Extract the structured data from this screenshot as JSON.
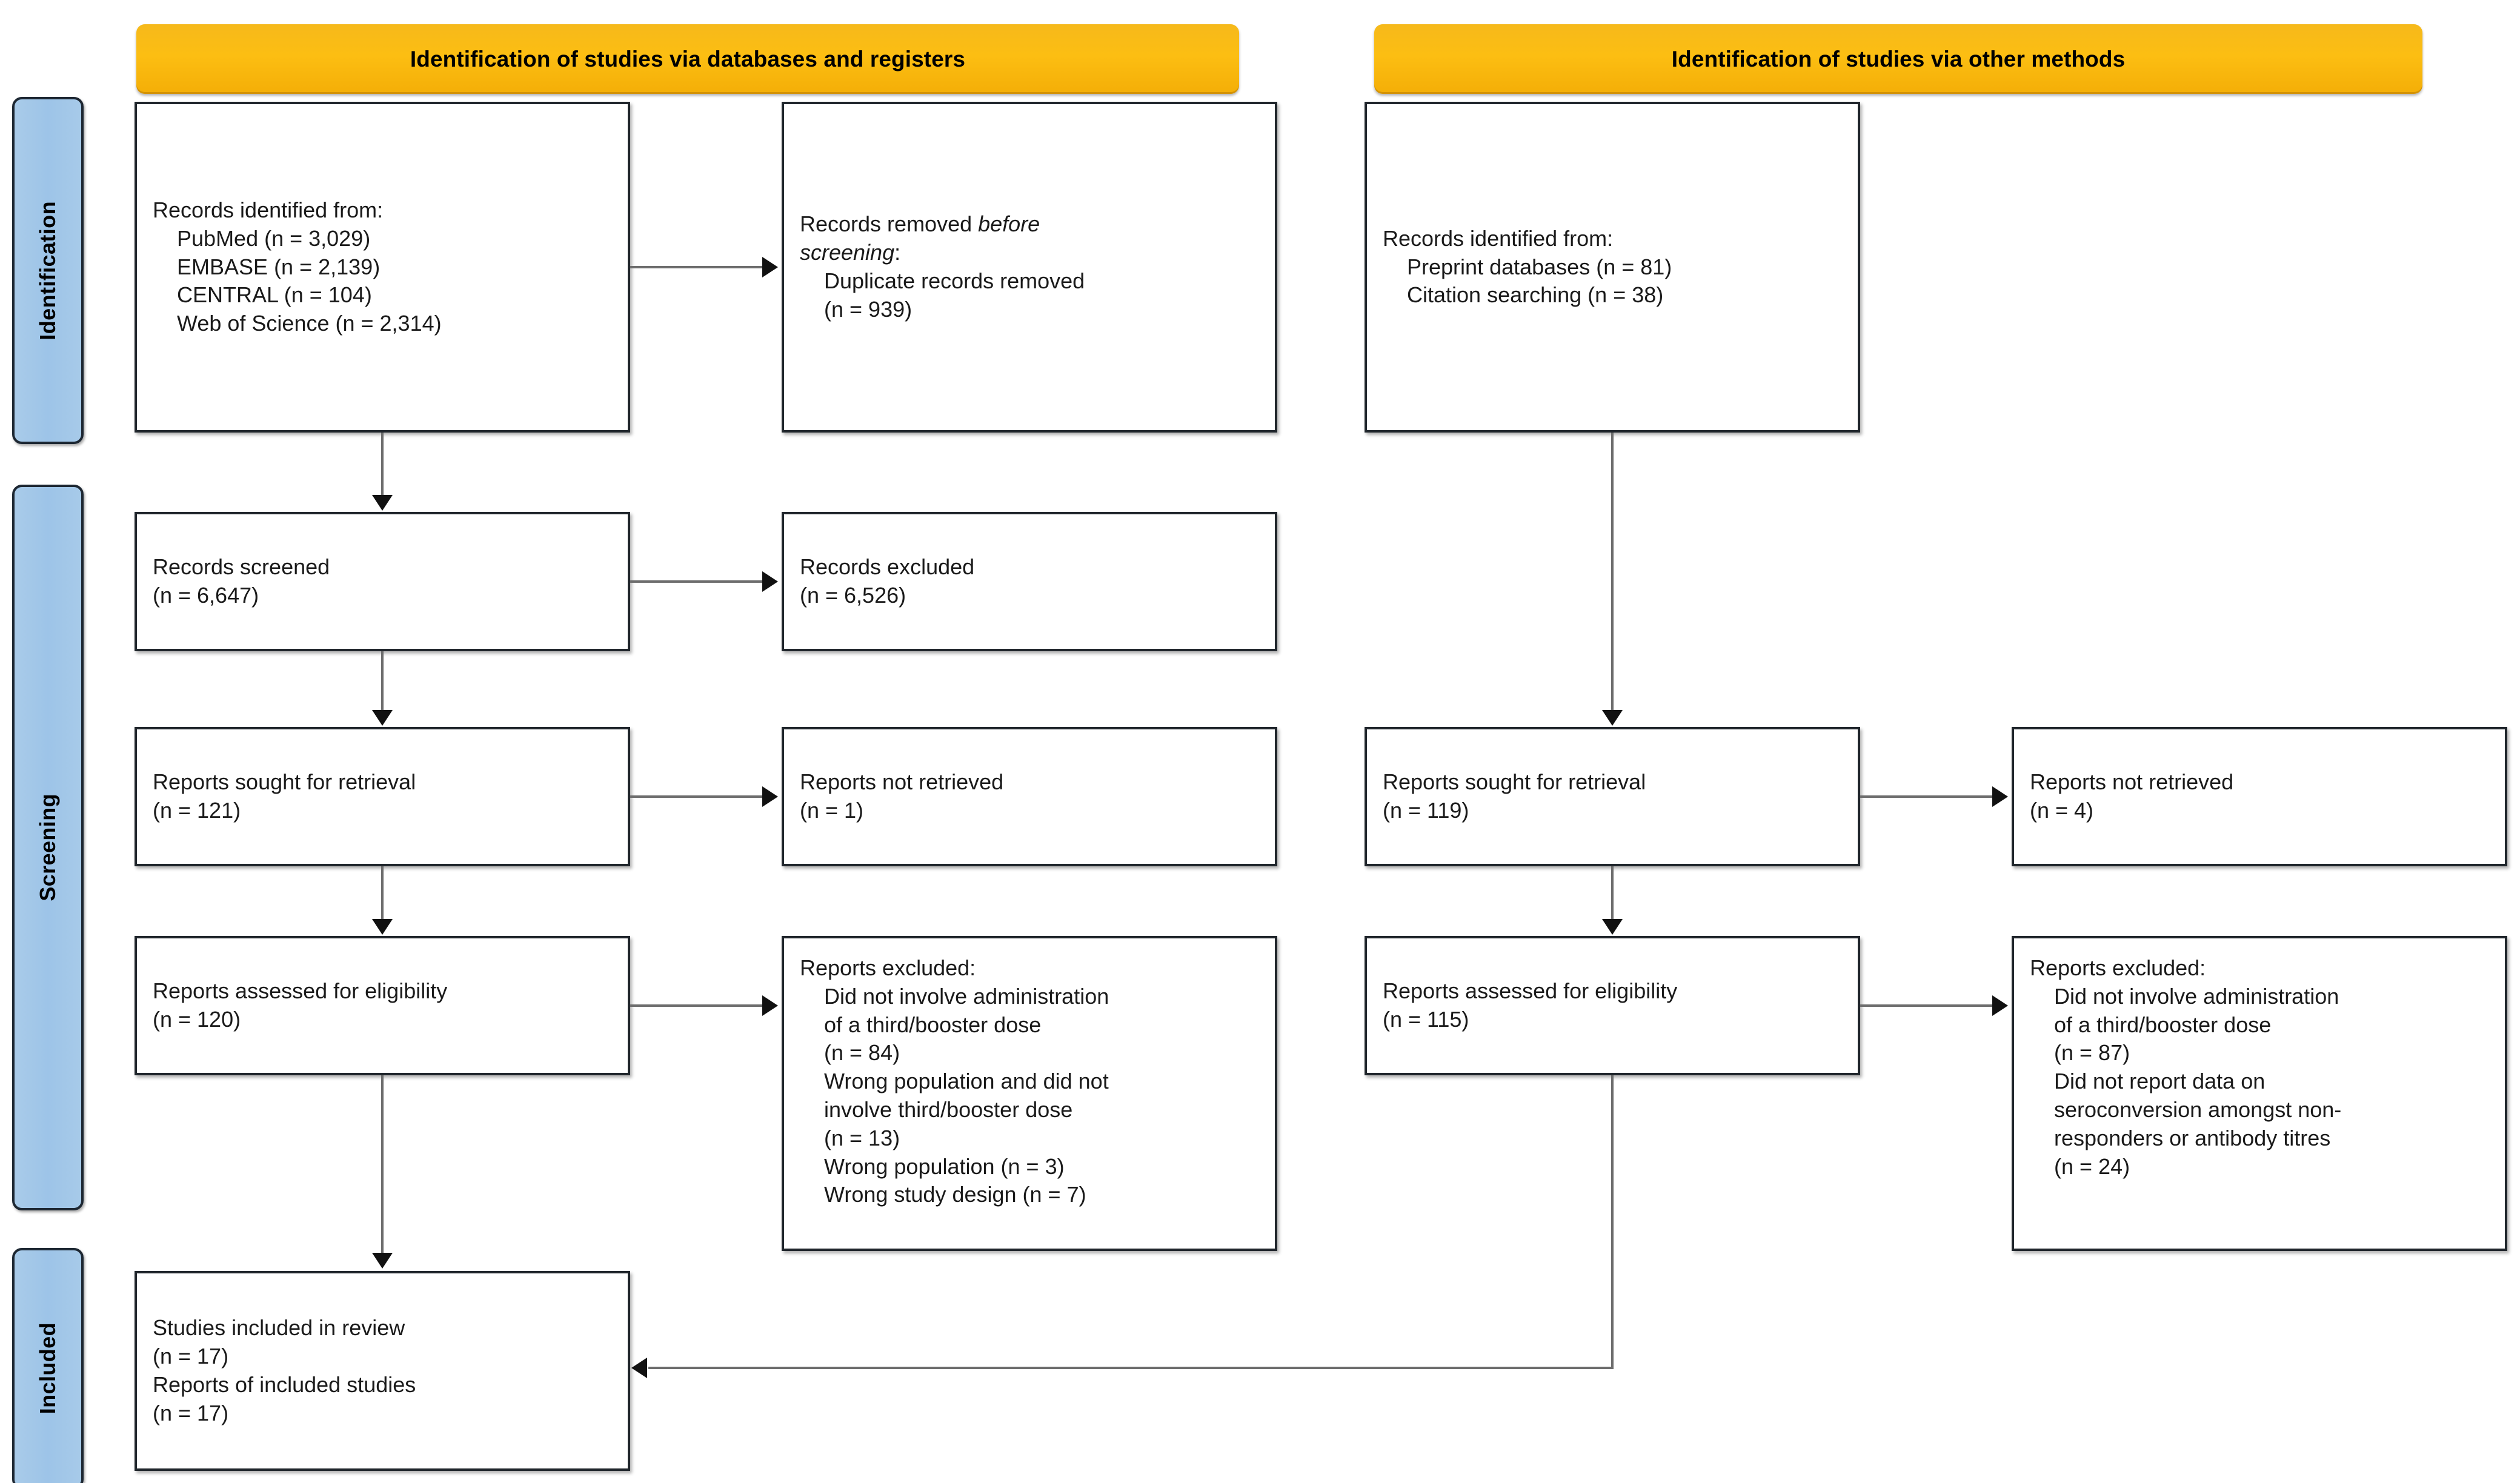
{
  "diagram": {
    "title": "PRISMA 2020 flow diagram",
    "colors": {
      "banner": "#fcbe12",
      "rail": "#a9cbe9",
      "box_border": "#20262c",
      "connector": "#6d6d6d"
    },
    "banners": [
      {
        "id": "databases",
        "label": "Identification of studies via databases and registers"
      },
      {
        "id": "other",
        "label": "Identification of studies via other methods"
      }
    ],
    "rails": [
      {
        "id": "identification",
        "label": "Identification"
      },
      {
        "id": "screening",
        "label": "Screening"
      },
      {
        "id": "included",
        "label": "Included"
      }
    ],
    "boxes": {
      "records_identified_db": "Records identified from:\n    PubMed (n = 3,029)\n    EMBASE (n = 2,139)\n    CENTRAL (n = 104)\n    Web of Science (n = 2,314)",
      "records_removed_before_screening_pre": "Records removed ",
      "records_removed_before_screening_italic": "before\nscreening",
      "records_removed_before_screening_post": ":\n    Duplicate records removed\n    (n = 939)",
      "records_identified_other": "Records identified from:\n    Preprint databases (n = 81)\n    Citation searching (n = 38)",
      "records_screened": "Records screened\n(n = 6,647)",
      "records_excluded": "Records excluded\n(n = 6,526)",
      "reports_sought_db": "Reports sought for retrieval\n(n = 121)",
      "reports_not_retrieved_db": "Reports not retrieved\n(n = 1)",
      "reports_sought_other": "Reports sought for retrieval\n(n = 119)",
      "reports_not_retrieved_other": "Reports not retrieved\n(n = 4)",
      "reports_assessed_db": "Reports assessed for eligibility\n(n = 120)",
      "reports_excluded_db": "Reports excluded:\n    Did not involve administration\n    of a third/booster dose\n    (n = 84)\n    Wrong population and did not\n    involve third/booster dose\n    (n = 13)\n    Wrong population (n = 3)\n    Wrong study design (n = 7)",
      "reports_assessed_other": "Reports assessed for eligibility\n(n = 115)",
      "reports_excluded_other": "Reports excluded:\n    Did not involve administration\n    of a third/booster dose\n    (n = 87)\n    Did not report data on\n    seroconversion amongst non-\n    responders or antibody titres\n    (n = 24)",
      "studies_included": "Studies included in review\n(n = 17)\nReports of included studies\n(n = 17)"
    },
    "counts": {
      "pubmed": "3,029",
      "embase": "2,139",
      "central": "104",
      "web_of_science": "2,314",
      "duplicates_removed": "939",
      "preprint_databases": "81",
      "citation_searching": "38",
      "records_screened": "6,647",
      "records_excluded": "6,526",
      "reports_sought_db": "121",
      "reports_not_retrieved_db": "1",
      "reports_sought_other": "119",
      "reports_not_retrieved_other": "4",
      "reports_assessed_db": "120",
      "reports_assessed_other": "115",
      "excluded_db_no_booster": "84",
      "excluded_db_wrong_pop_and_no_booster": "13",
      "excluded_db_wrong_pop": "3",
      "excluded_db_wrong_design": "7",
      "excluded_other_no_booster": "87",
      "excluded_other_no_data": "24",
      "studies_included": "17",
      "reports_included": "17"
    }
  }
}
